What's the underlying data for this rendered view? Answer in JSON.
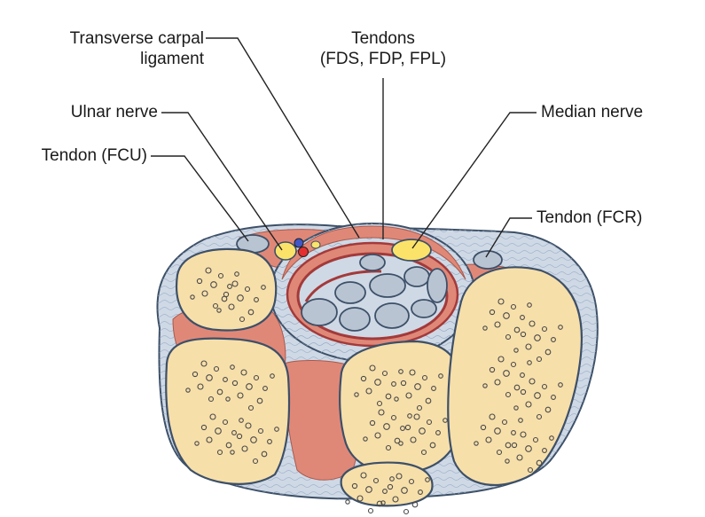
{
  "labels": {
    "transverse_carpal_ligament_line1": "Transverse carpal",
    "transverse_carpal_ligament_line2": "ligament",
    "tendons_line1": "Tendons",
    "tendons_line2": "(FDS, FDP, FPL)",
    "ulnar_nerve": "Ulnar nerve",
    "median_nerve": "Median nerve",
    "tendon_fcu": "Tendon (FCU)",
    "tendon_fcr": "Tendon (FCR)"
  },
  "colors": {
    "bone_fill": "#f7dfaa",
    "bone_outline": "#3d5068",
    "muscle": "#e08878",
    "fascia": "#cfd9e6",
    "fascia_line": "#8aa0bc",
    "tendon": "#b9c4d3",
    "sheath_dark": "#a33a3a",
    "nerve": "#fbe36a",
    "artery": "#e43030",
    "vein": "#4057c8"
  }
}
